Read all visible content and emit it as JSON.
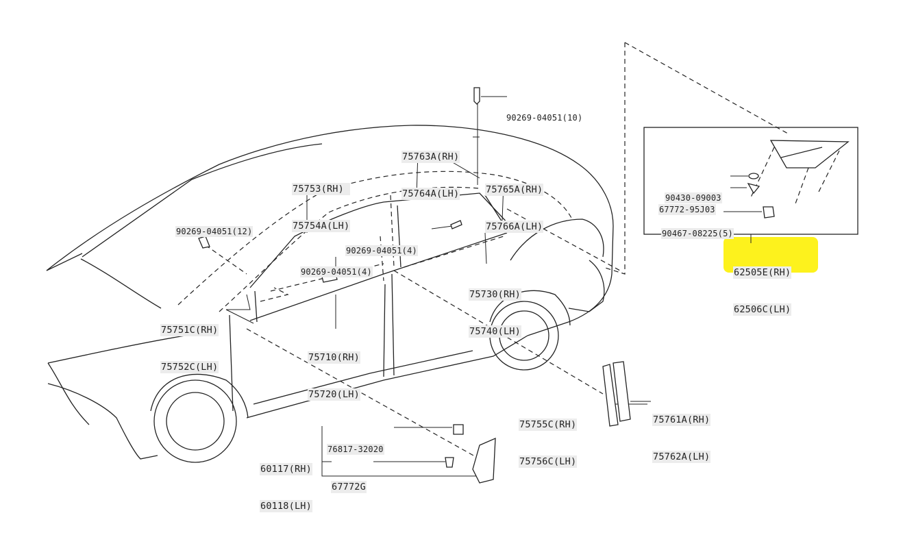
{
  "diagram": {
    "labels": [
      {
        "id": "bolt-top",
        "lines": [
          "90269-04051(10)"
        ]
      },
      {
        "id": "roof-molding",
        "lines": [
          "75763A(RH)",
          "75764A(LH)"
        ]
      },
      {
        "id": "front-upper-molding",
        "lines": [
          "75753(RH)",
          "75754A(LH)"
        ]
      },
      {
        "id": "rear-upper-molding",
        "lines": [
          "75765A(RH)",
          "75766A(LH)"
        ]
      },
      {
        "id": "bolt-12",
        "lines": [
          "90269-04051(12)"
        ]
      },
      {
        "id": "bolt-4a",
        "lines": [
          "90269-04051(4)"
        ]
      },
      {
        "id": "bolt-4b",
        "lines": [
          "90269-04051(4)"
        ]
      },
      {
        "id": "rear-belt-molding",
        "lines": [
          "75730(RH)",
          "75740(LH)"
        ]
      },
      {
        "id": "pillar-front",
        "lines": [
          "75751C(RH)",
          "75752C(LH)"
        ]
      },
      {
        "id": "front-belt-molding",
        "lines": [
          "75710(RH)",
          "75720(LH)"
        ]
      },
      {
        "id": "pillar-garnish-rear",
        "lines": [
          "75755C(RH)",
          "75756C(LH)"
        ]
      },
      {
        "id": "pillar-garnish-outer",
        "lines": [
          "75761A(RH)",
          "75762A(LH)"
        ]
      },
      {
        "id": "clip-76817",
        "lines": [
          "76817-32020"
        ]
      },
      {
        "id": "mudguard",
        "lines": [
          "60117(RH)",
          "60118(LH)"
        ]
      },
      {
        "id": "clip-67772g",
        "lines": [
          "67772G"
        ]
      },
      {
        "id": "inset-90430",
        "lines": [
          "90430-09003"
        ]
      },
      {
        "id": "inset-67772",
        "lines": [
          "67772-95J03"
        ]
      },
      {
        "id": "inset-90467",
        "lines": [
          "90467-08225(5)"
        ]
      },
      {
        "id": "quarter-garnish",
        "lines": [
          "62505E(RH)",
          "62506C(LH)"
        ]
      }
    ]
  }
}
